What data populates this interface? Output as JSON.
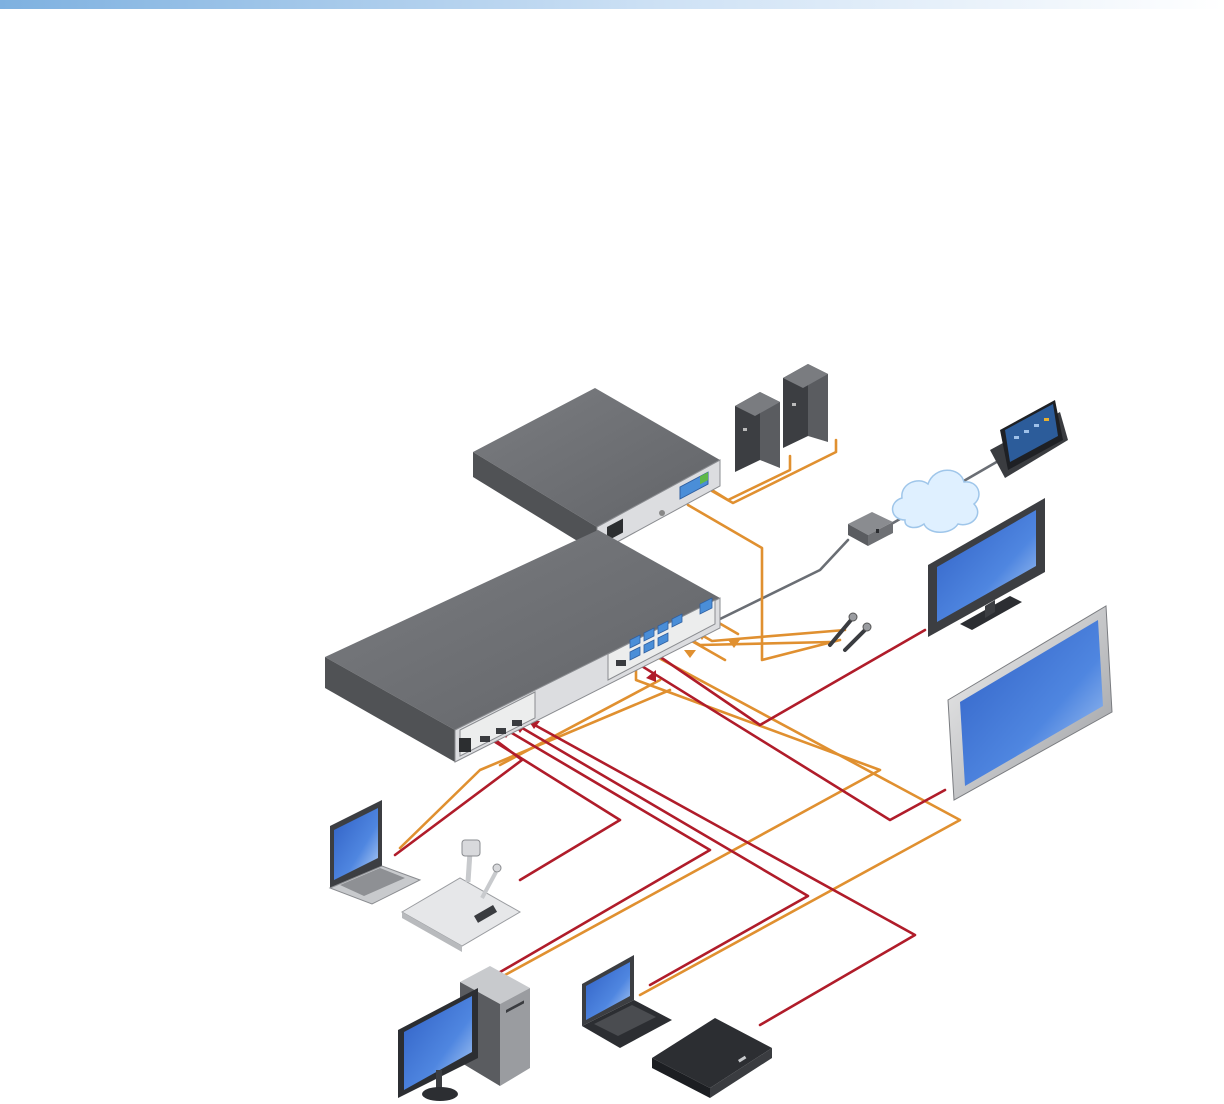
{
  "diagram": {
    "caption": "",
    "colors": {
      "audio_cable": "#e09030",
      "video_cable": "#b01c2a",
      "network_cable": "#6a6e74",
      "device_body": "#6b6d70",
      "device_front": "#dcdde0",
      "screen_blue": "#3a6fd0",
      "cloud": "#dff0ff",
      "header_accent": "#7eb1e0"
    },
    "nodes": [
      {
        "id": "amplifier",
        "icon": "amplifier-icon"
      },
      {
        "id": "main-switcher",
        "icon": "av-switcher-icon"
      },
      {
        "id": "speakers",
        "icon": "speaker-icon"
      },
      {
        "id": "touch-panel",
        "icon": "touchpanel-icon"
      },
      {
        "id": "network-cloud",
        "icon": "cloud-icon"
      },
      {
        "id": "network-switch",
        "icon": "switch-icon"
      },
      {
        "id": "microphones",
        "icon": "microphone-icon"
      },
      {
        "id": "flat-panel-display",
        "icon": "monitor-icon"
      },
      {
        "id": "projection-display",
        "icon": "monitor-icon"
      },
      {
        "id": "laptop-left",
        "icon": "laptop-icon"
      },
      {
        "id": "document-camera",
        "icon": "document-camera-icon"
      },
      {
        "id": "desktop-pc",
        "icon": "desktop-pc-icon"
      },
      {
        "id": "laptop-bottom",
        "icon": "laptop-icon"
      },
      {
        "id": "media-player",
        "icon": "media-player-icon"
      }
    ]
  }
}
